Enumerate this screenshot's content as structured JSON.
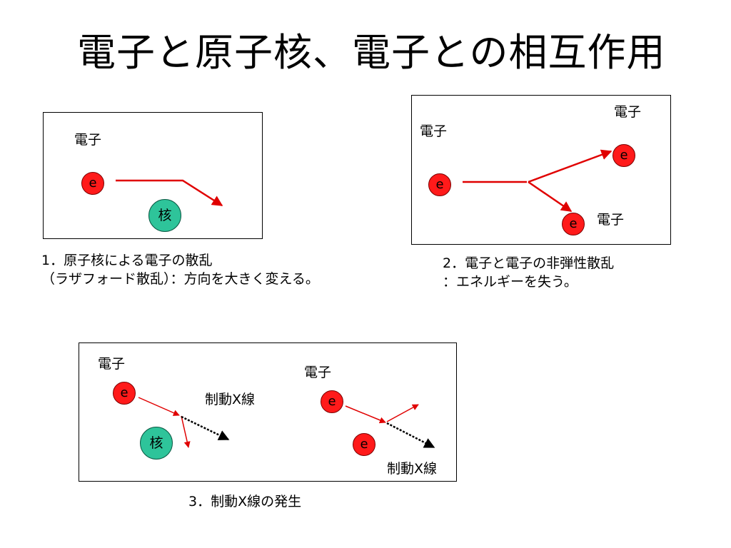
{
  "title": "電子と原子核、電子との相互作用",
  "panel1": {
    "electron_label": "電子",
    "electron_symbol": "e",
    "nucleus_symbol": "核",
    "caption_line1": "1．原子核による電子の散乱",
    "caption_line2": "（ラザフォード散乱）：方向を大きく変える。"
  },
  "panel2": {
    "electron_label_incoming": "電子",
    "electron_label_top": "電子",
    "electron_label_bottom": "電子",
    "electron_symbol": "e",
    "caption_line1": "2．電子と電子の非弾性散乱",
    "caption_line2": "：エネルギーを失う。"
  },
  "panel3": {
    "left_electron_label": "電子",
    "right_electron_label": "電子",
    "electron_symbol": "e",
    "nucleus_symbol": "核",
    "xray_label_left": "制動X線",
    "xray_label_right": "制動X線",
    "caption": "3．制動X線の発生"
  },
  "colors": {
    "electron": "#ff1a1a",
    "nucleus": "#2ec49a",
    "arrow": "#e00000",
    "xray_arrow": "#000000"
  }
}
